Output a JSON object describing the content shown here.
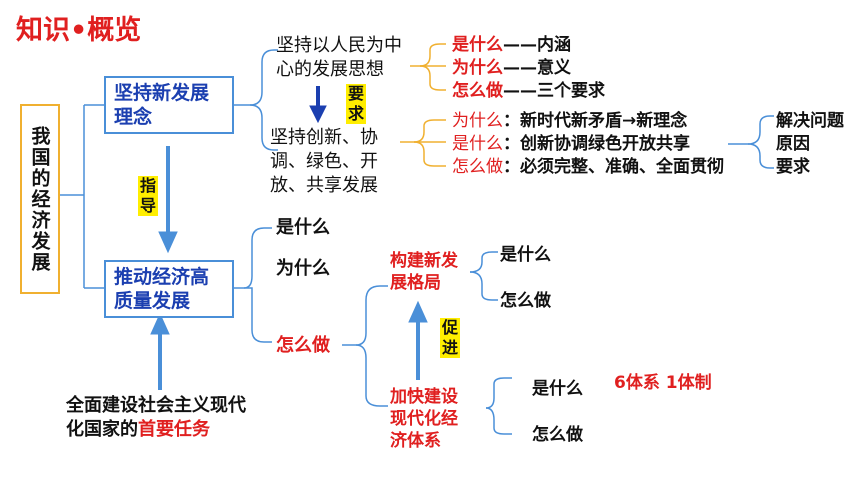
{
  "title": "知识•概览",
  "left_box": "我国的经济发展",
  "box1": "坚持新发展理念",
  "box2": "推动经济高质量发展",
  "guide_label": "指导",
  "require_label": "要求",
  "promote_label": "促进",
  "thought": "坚持以人民为中心的发展思想",
  "thought_items": [
    {
      "k": "是什么",
      "v": "——内涵"
    },
    {
      "k": "为什么",
      "v": "——意义"
    },
    {
      "k": "怎么做",
      "v": "——三个要求"
    }
  ],
  "concept": "坚持创新、协调、绿色、开放、共享发展",
  "concept_items": [
    {
      "k": "为什么",
      "v": "：新时代新矛盾→新理念"
    },
    {
      "k": "是什么",
      "v": "：创新协调绿色开放共享"
    },
    {
      "k": "怎么做",
      "v": "：必须完整、准确、全面贯彻"
    }
  ],
  "concept_right": [
    "解决问题",
    "原因",
    "要求"
  ],
  "hq_items": [
    "是什么",
    "为什么",
    "怎么做"
  ],
  "pattern": "构建新发展格局",
  "pattern_items": [
    "是什么",
    "怎么做"
  ],
  "system": "加快建设现代化经济体系",
  "system_items": [
    "是什么",
    "怎么做"
  ],
  "system_note": "6体系 1体制",
  "bottom_text_pre": "全面建设社会主义现代化国家的",
  "bottom_text_em": "首要任务"
}
